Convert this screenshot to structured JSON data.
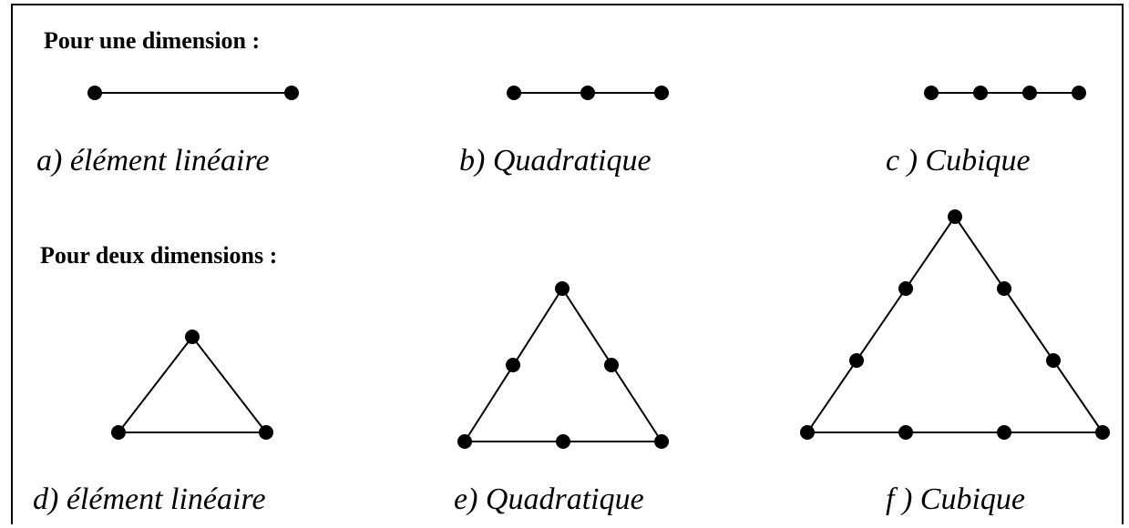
{
  "headings": {
    "one_dimension": "Pour une dimension  :",
    "two_dimensions": "Pour deux dimensions  :"
  },
  "captions": {
    "a": "a)  élément linéaire",
    "b": "b) Quadratique",
    "c": "c )  Cubique",
    "d": "d)  élément linéaire",
    "e": "e) Quadratique",
    "f": "f )  Cubique"
  },
  "elements": {
    "line_linear_nodes": 2,
    "line_quadratic_nodes": 3,
    "line_cubic_nodes": 4,
    "triangle_linear_nodes": 3,
    "triangle_quadratic_nodes": 6,
    "triangle_cubic_nodes": 9
  },
  "colors": {
    "stroke": "#000000",
    "node": "#000000",
    "background": "#ffffff"
  }
}
